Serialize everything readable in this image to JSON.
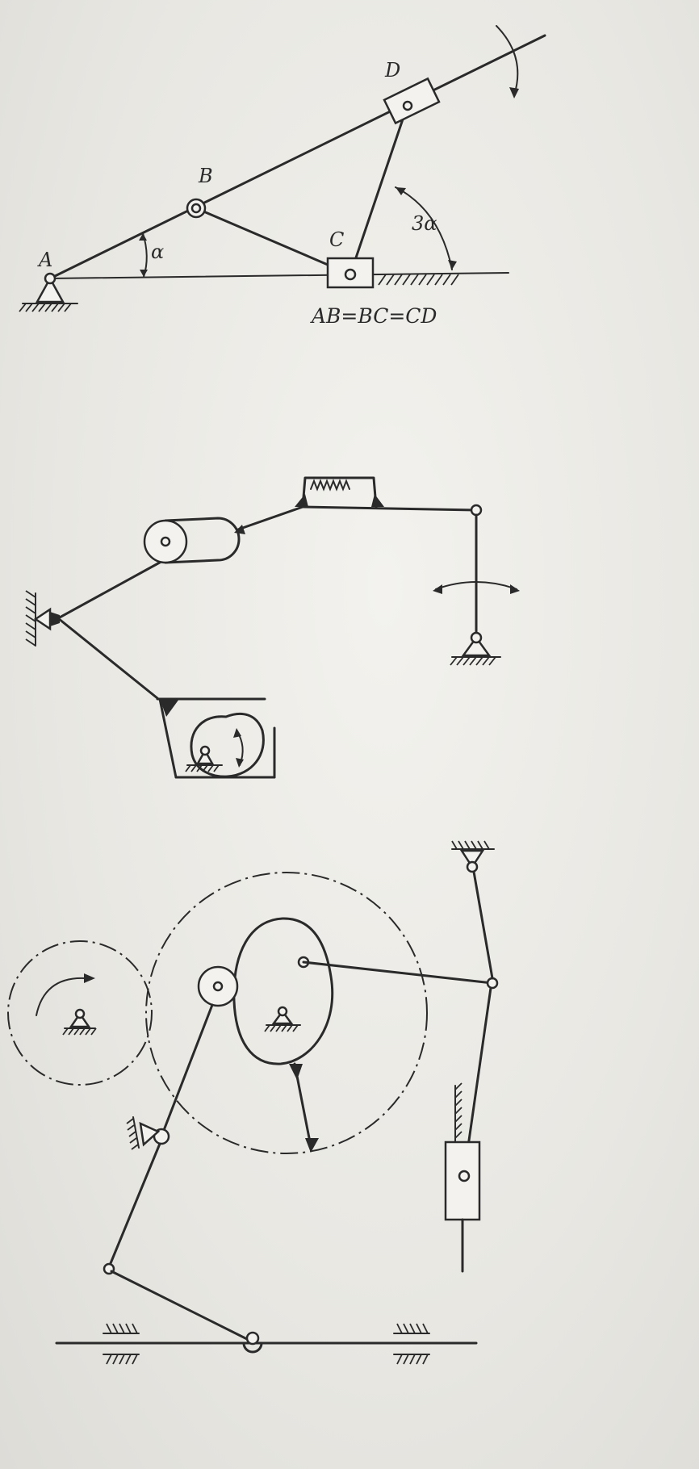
{
  "figure1": {
    "labels": {
      "A": "A",
      "B": "B",
      "C": "C",
      "D": "D",
      "alpha": "α",
      "three_alpha": "3α"
    },
    "equation": "AB=BC=CD"
  },
  "colors": {
    "ink": "#2a2a2a",
    "paper": "#ecebe6"
  }
}
